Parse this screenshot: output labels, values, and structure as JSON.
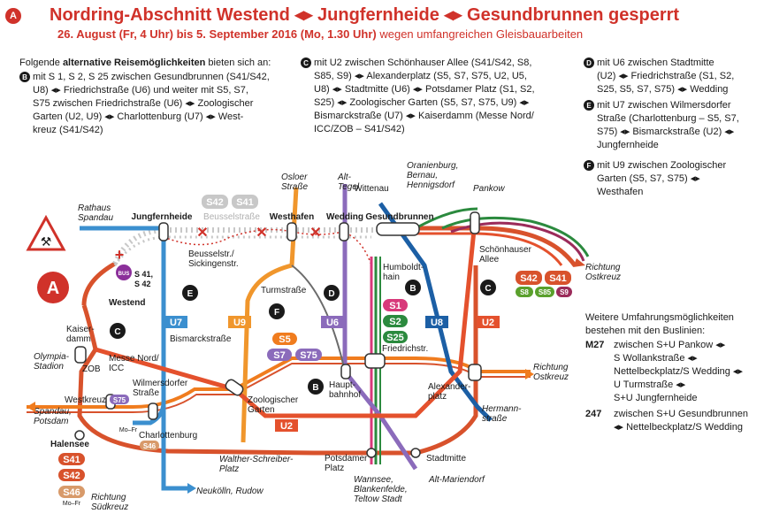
{
  "header": {
    "badge": "A",
    "title": "Nordring-Abschnitt Westend ◂▸ Jungfernheide ◂▸ Gesundbrunnen gesperrt",
    "subtitle_bold": "26. August (Fr, 4 Uhr) bis 5. September 2016 (Mo, 1.30 Uhr)",
    "subtitle_rest": " wegen umfangreichen Gleisbauarbeiten"
  },
  "intro": {
    "line1_pre": "Folgende ",
    "line1_bold": "alternative Reisemöglichkeiten",
    "line1_post": " bieten sich an:"
  },
  "options": [
    {
      "badge": "B",
      "lines": [
        "mit S 1, S 2, S 25 zwischen Gesundbrunnen (S41/S42,",
        "U8) ◂▸ Friedrichstraße (U6) und weiter mit S5, S7,",
        "S75 zwischen Friedrichstraße (U6) ◂▸ Zoologischer",
        "Garten (U2, U9) ◂▸ Charlottenburg (U7) ◂▸ West-",
        "kreuz (S41/S42)"
      ]
    },
    {
      "badge": "C",
      "lines": [
        "mit U2 zwischen Schönhauser Allee (S41/S42, S8,",
        "S85, S9) ◂▸ Alexanderplatz (S5, S7, S75, U2, U5,",
        "U8) ◂▸ Stadtmitte (U6) ◂▸ Potsdamer Platz (S1, S2,",
        "S25) ◂▸ Zoologischer Garten (S5, S7, S75, U9) ◂▸",
        "Bismarckstraße (U7) ◂▸ Kaiserdamm (Messe Nord/",
        "ICC/ZOB – S41/S42)"
      ]
    },
    {
      "badge": "D",
      "lines": [
        "mit U6 zwischen Stadtmitte",
        "(U2) ◂▸ Friedrichstraße (S1, S2,",
        "S25, S5, S7, S75) ◂▸ Wedding"
      ]
    },
    {
      "badge": "E",
      "lines": [
        "mit U7 zwischen Wilmersdorfer",
        "Straße (Charlottenburg – S5, S7,",
        "S75) ◂▸ Bismarckstraße (U2) ◂▸",
        "Jungfernheide"
      ]
    },
    {
      "badge": "F",
      "lines": [
        "mit U9 zwischen Zoologischer",
        "Garten (S5, S7, S75) ◂▸",
        "Westhafen"
      ]
    }
  ],
  "bus": {
    "intro": [
      "Weitere Umfahrungsmöglichkeiten",
      "bestehen mit den Buslinien:"
    ],
    "routes": [
      {
        "num": "M27",
        "lines": [
          "zwischen S+U Pankow ◂▸",
          "S Wollankstraße ◂▸",
          "Nettelbeckplatz/S Wedding ◂▸",
          "U Turmstraße ◂▸",
          "S+U Jungfernheide"
        ]
      },
      {
        "num": "247",
        "lines": [
          "zwischen S+U Gesundbrunnen",
          "◂▸ Nettelbeckplatz/S Wedding"
        ]
      }
    ]
  },
  "map": {
    "closed_labels": [
      "S42",
      "S41",
      "Beusselstraße"
    ],
    "stations": {
      "rathaus": "Rathaus\nSpandau",
      "jungfernheide": "Jungfernheide",
      "westhafen": "Westhafen",
      "wedding": "Wedding",
      "gesundbrunnen": "Gesundbrunnen",
      "beussel_sick": "Beusselstr./\nSickingenstr.",
      "turmstrasse": "Turmstraße",
      "humboldthain": "Humboldt-\nhain",
      "schoenhauser": "Schönhauser\nAllee",
      "westend": "Westend",
      "kaiserdamm": "Kaiser-\ndamm",
      "zob": "ZOB",
      "messe": "Messe Nord/\nICC",
      "bismarck": "Bismarckstraße",
      "friedrichstr": "Friedrichstr.",
      "hauptbahnhof": "Haupt-\nbahnhof",
      "alexander": "Alexander-\nplatz",
      "westkreuz": "Westkreuz",
      "wilmersdorfer": "Wilmersdorfer\nStraße",
      "zoo": "Zoologischer\nGarten",
      "charlottenburg": "Charlottenburg",
      "halensee": "Halensee",
      "potsdamer": "Potsdamer\nPlatz",
      "stadtmitte": "Stadtmitte"
    },
    "directions": {
      "oslo": "Osloer\nStraße",
      "alttegel": "Alt-\nTegel",
      "wittenau": "Wittenau",
      "oranienburg": "Oranienburg,\nBernau,\nHennigsdorf",
      "pankow": "Pankow",
      "ostkreuz1": "Richtung\nOstkreuz",
      "ostkreuz2": "Richtung\nOstkreuz",
      "olympia": "Olympia-\nStadion",
      "spandau": "Spandau,\nPotsdam",
      "walther": "Walther-Schreiber-\nPlatz",
      "neukoelln": "Neukölln, Rudow",
      "wannsee": "Wannsee,\nBlankenfelde,\nTeltow Stadt",
      "altmarien": "Alt-Mariendorf",
      "hermann": "Hermann-\nstraße",
      "suedkreuz": "Richtung\nSüdkreuz"
    },
    "line_labels": {
      "u7": "U7",
      "u9": "U9",
      "u6": "U6",
      "u8": "U8",
      "u2a": "U2",
      "u2b": "U2",
      "s1": "S1",
      "s2": "S2",
      "s25": "S25",
      "s5": "S5",
      "s7": "S7",
      "s75": "S75",
      "s75w": "S75",
      "s46a": "S46",
      "rS42": "S42",
      "rS41": "S41",
      "rS8": "S8",
      "rS85": "S85",
      "rS9": "S9",
      "hS41": "S41",
      "hS42": "S42",
      "hS46": "S46",
      "mofr1": "Mo–Fr",
      "mofr2": "Mo–Fr"
    },
    "markers": {
      "B": "B",
      "C": "C",
      "D": "D",
      "E": "E",
      "F": "F",
      "A": "A"
    },
    "bus_stop": {
      "label": "BUS",
      "lines": "S 41,\nS 42"
    },
    "colors": {
      "S": "#d8522c",
      "U2": "#e4512d",
      "U6": "#8b6bbb",
      "U7": "#3b8fcf",
      "U8": "#1c5fa5",
      "U9": "#f0962c",
      "S1": "#d8397a",
      "S2": "#2b8a3e",
      "S5": "#f07c1e",
      "closed": "#c8c8c8",
      "red": "#d0322a"
    }
  }
}
